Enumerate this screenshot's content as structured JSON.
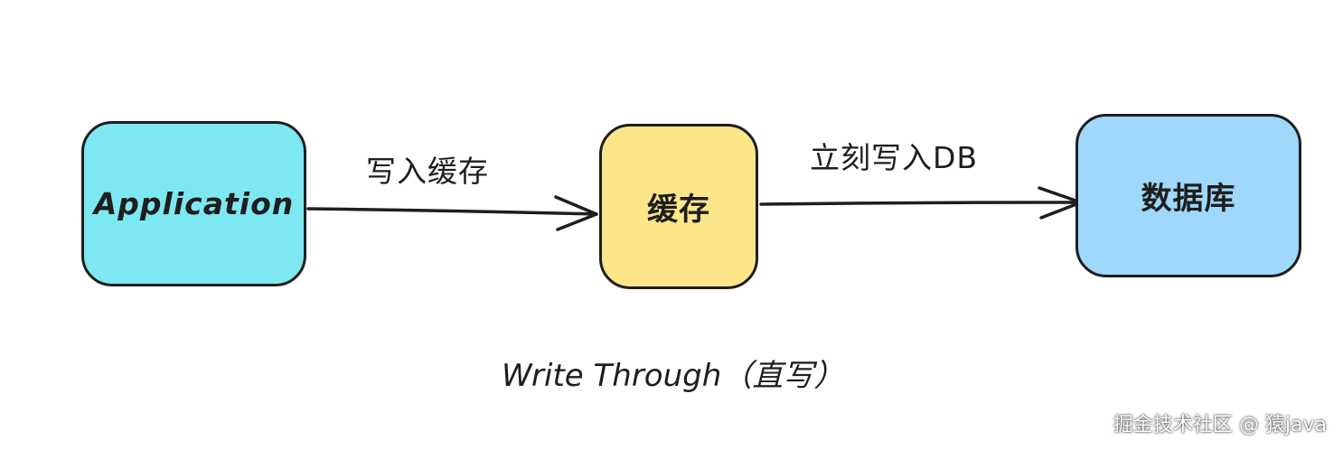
{
  "nodes": {
    "application": {
      "label": "Application",
      "fill": "#7ee8f2"
    },
    "cache": {
      "label": "缓存",
      "fill": "#fde68a"
    },
    "database": {
      "label": "数据库",
      "fill": "#a0d8fb"
    }
  },
  "edges": {
    "app_to_cache": {
      "label": "写入缓存"
    },
    "cache_to_db": {
      "label": "立刻写入DB"
    }
  },
  "caption": "Write Through（直写）",
  "watermark": "掘金技术社区 @ 猿java",
  "colors": {
    "stroke": "#1e1e1e",
    "background": "#ffffff"
  }
}
